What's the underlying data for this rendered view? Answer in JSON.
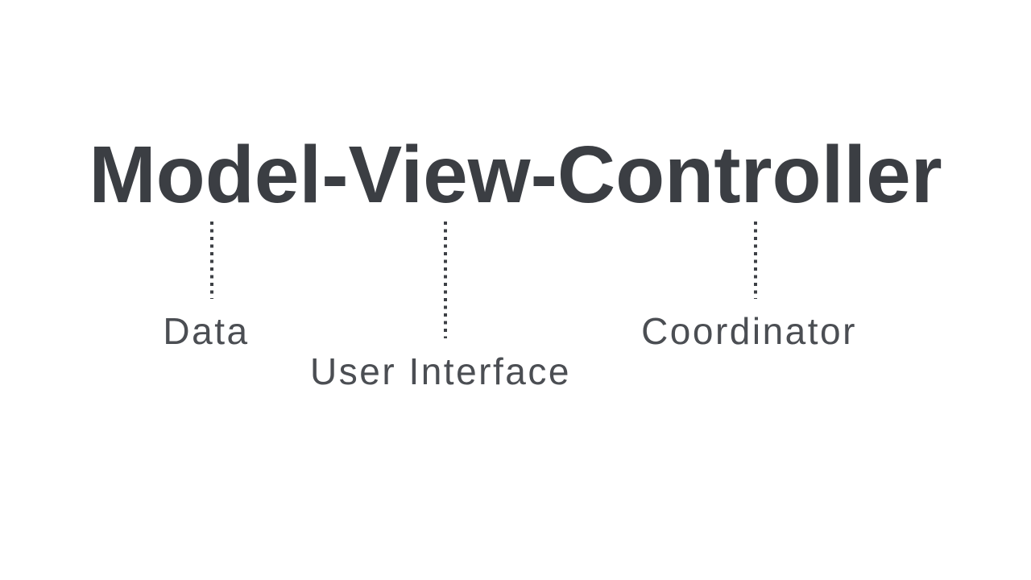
{
  "page": {
    "background_color": "#ffffff"
  },
  "title": {
    "text": "Model-View-Controller",
    "color": "#3b3e43"
  },
  "connectors": [
    {
      "for": "Model",
      "style": "dotted-vertical",
      "color": "#3d4045"
    },
    {
      "for": "View",
      "style": "dotted-vertical",
      "color": "#3d4045"
    },
    {
      "for": "Controller",
      "style": "dotted-vertical",
      "color": "#3d4045"
    }
  ],
  "annotations": [
    {
      "for": "Model",
      "text": "Data"
    },
    {
      "for": "View",
      "text": "User Interface"
    },
    {
      "for": "Controller",
      "text": "Coordinator"
    }
  ]
}
